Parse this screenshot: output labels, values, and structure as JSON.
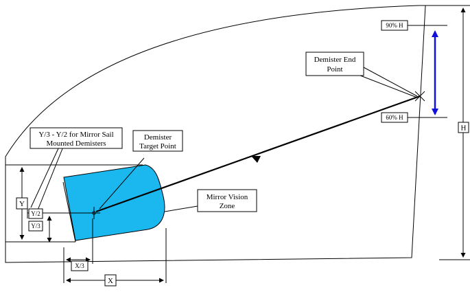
{
  "labels": {
    "pct90": "90% H",
    "pct60": "60% H",
    "h": "H",
    "end_point_1": "Demister End",
    "end_point_2": "Point",
    "target_1": "Demister",
    "target_2": "Target Point",
    "sail_1": "Y/3 - Y/2 for Mirror Sail",
    "sail_2": "Mounted Demisters",
    "vision_1": "Mirror Vision",
    "vision_2": "Zone",
    "y": "Y",
    "y2": "Y/2",
    "y3": "Y/3",
    "x3": "X/3",
    "x": "X"
  },
  "colors": {
    "zone_fill": "#1ab8ee",
    "range_arrow": "#1010d8",
    "line": "#000000"
  }
}
